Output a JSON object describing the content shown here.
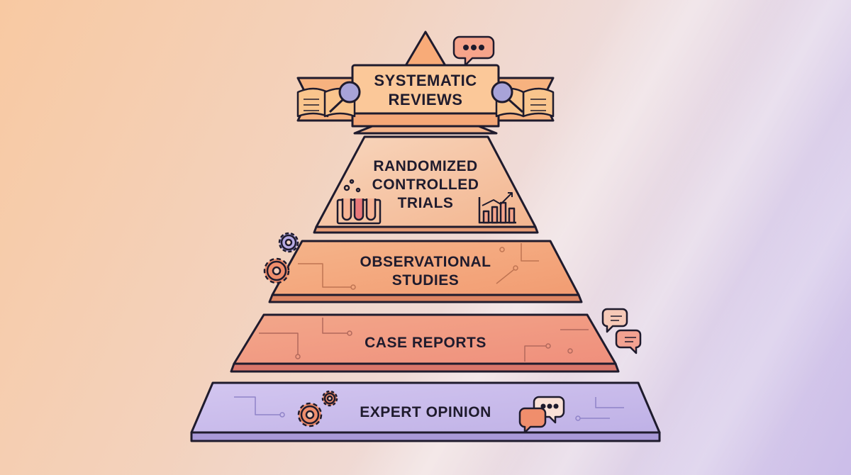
{
  "pyramid": {
    "tiers": [
      {
        "id": "systematic-reviews",
        "label": "SYSTEMATIC\nREVIEWS",
        "fill": "#f9c08f"
      },
      {
        "id": "randomized-controlled-trials",
        "label": "RANDOMIZED\nCONTROLLED\nTRIALS",
        "fill": "#f6c3a3"
      },
      {
        "id": "observational-studies",
        "label": "OBSERVATIONAL\nSTUDIES",
        "fill": "#f4a67c"
      },
      {
        "id": "case-reports",
        "label": "CASE REPORTS",
        "fill": "#f19a83"
      },
      {
        "id": "expert-opinion",
        "label": "EXPERT OPINION",
        "fill": "#c9bdeb"
      }
    ],
    "outline_color": "#1f1b2d",
    "icons": [
      "speech-bubble-icon",
      "open-book-icon",
      "magnifier-icon",
      "test-tubes-icon",
      "bar-chart-icon",
      "gear-icon"
    ]
  }
}
